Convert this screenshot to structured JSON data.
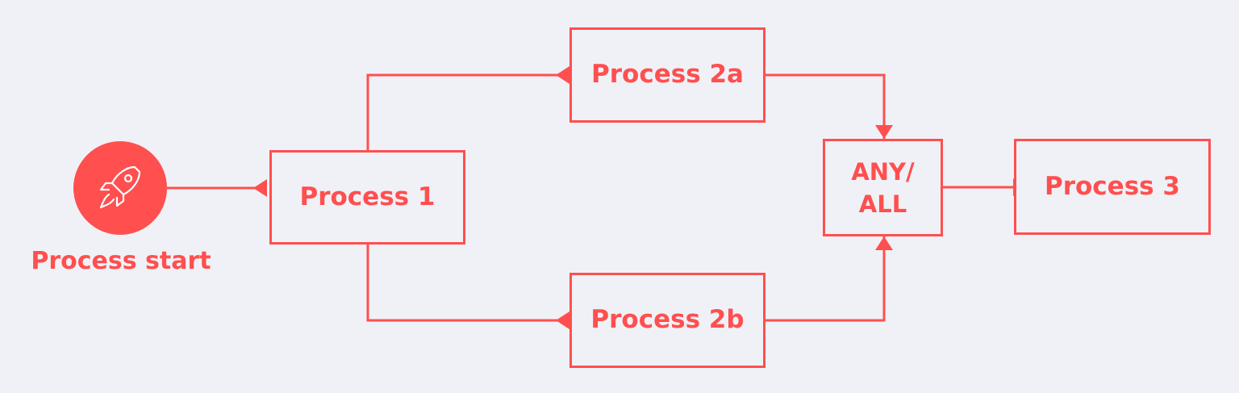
{
  "diagram": {
    "start": {
      "label": "Process start",
      "icon": "rocket-icon"
    },
    "nodes": {
      "process1": "Process 1",
      "process2a": "Process 2a",
      "process2b": "Process 2b",
      "gate_line1": "ANY/",
      "gate_line2": "ALL",
      "process3": "Process 3"
    },
    "edges": [
      {
        "from": "Process start",
        "to": "Process 1"
      },
      {
        "from": "Process 1",
        "to": "Process 2a"
      },
      {
        "from": "Process 1",
        "to": "Process 2b"
      },
      {
        "from": "Process 2a",
        "to": "ANY/ALL"
      },
      {
        "from": "Process 2b",
        "to": "ANY/ALL"
      },
      {
        "from": "ANY/ALL",
        "to": "Process 3"
      }
    ],
    "colors": {
      "accent": "#ff4f4f",
      "background": "#f0f1f6"
    }
  }
}
